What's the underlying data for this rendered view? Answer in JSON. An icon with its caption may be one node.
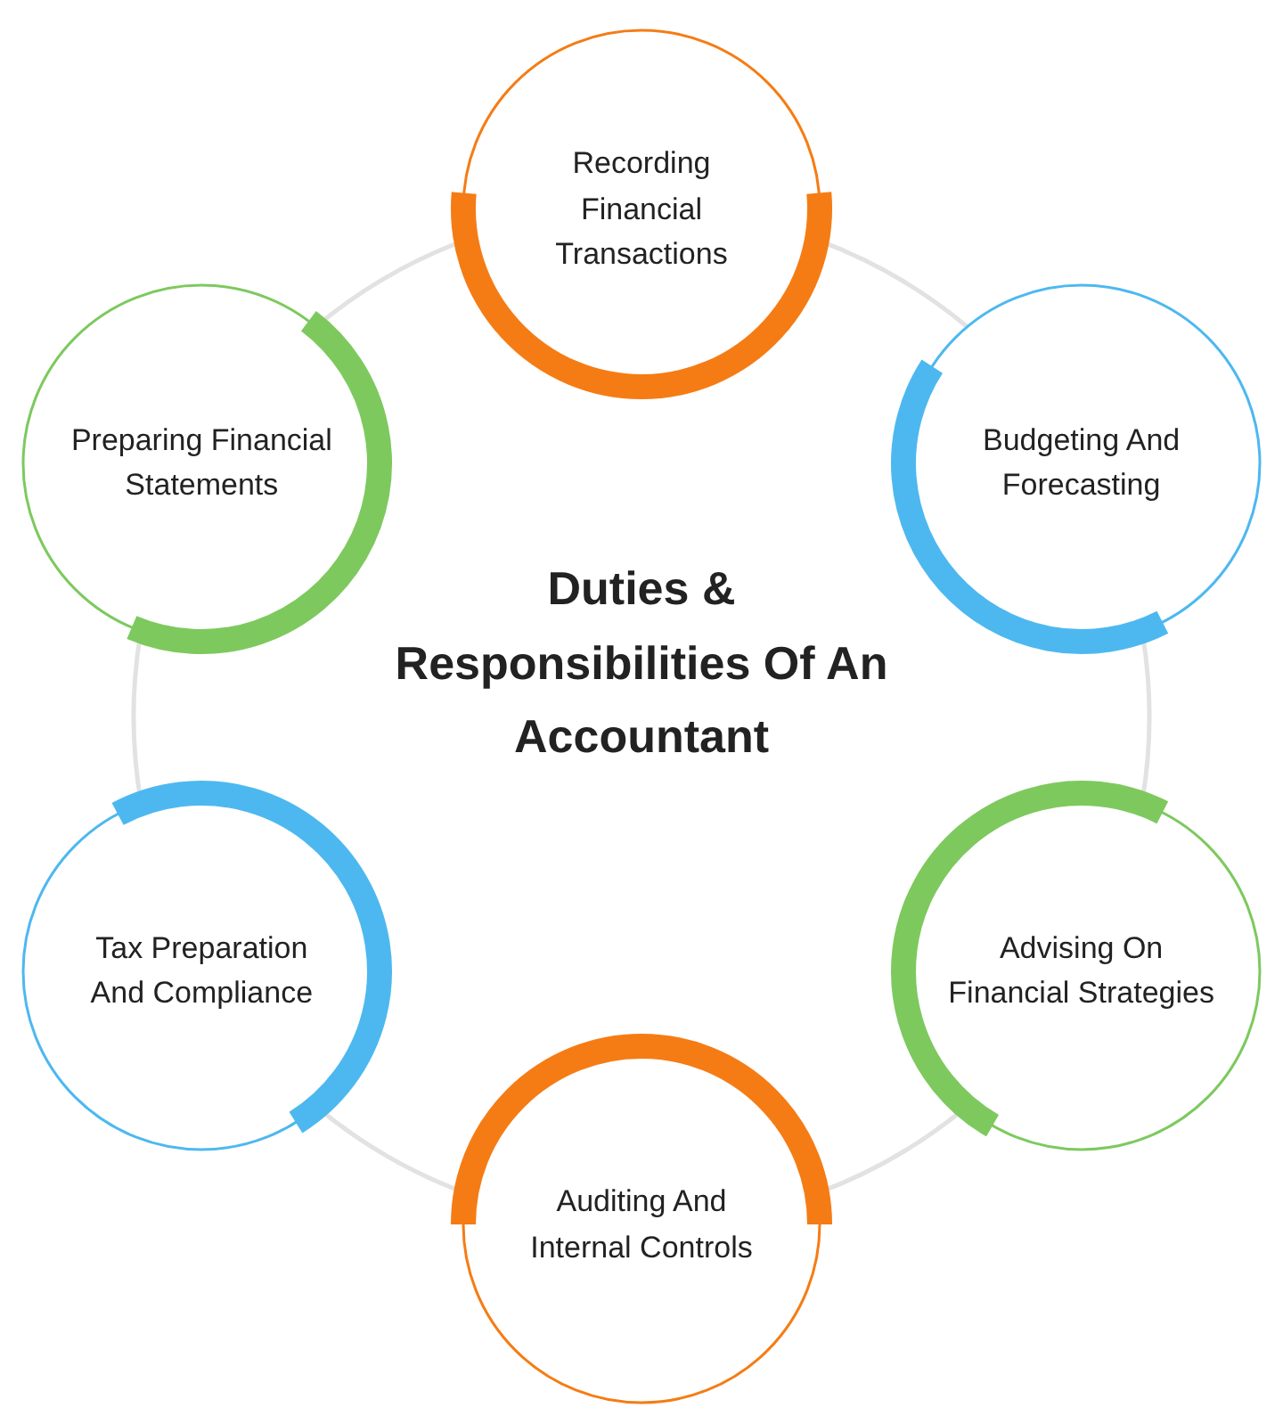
{
  "diagram": {
    "title": "Duties & Responsibilities Of An Accountant",
    "nodes": [
      {
        "text": [
          "Recording Financial Transactions"
        ]
      },
      {
        "text": [
          "Budgeting And Forecasting"
        ]
      },
      {
        "text": [
          "Advising On Financial Strategies"
        ]
      },
      {
        "text": [
          "Auditing And Internal Controls"
        ]
      },
      {
        "text": [
          "Tax Preparation And Compliance"
        ]
      },
      {
        "text": [
          "Preparing Financial Statements"
        ]
      }
    ],
    "edges": [
      {
        "from": 0,
        "to": 1,
        "arrow": "none"
      },
      {
        "from": 1,
        "to": 2,
        "arrow": "none"
      },
      {
        "from": 2,
        "to": 3,
        "arrow": "none"
      },
      {
        "from": 3,
        "to": 4,
        "arrow": "none"
      },
      {
        "from": 4,
        "to": 5,
        "arrow": "none"
      },
      {
        "from": 5,
        "to": 0,
        "arrow": "none"
      }
    ]
  }
}
